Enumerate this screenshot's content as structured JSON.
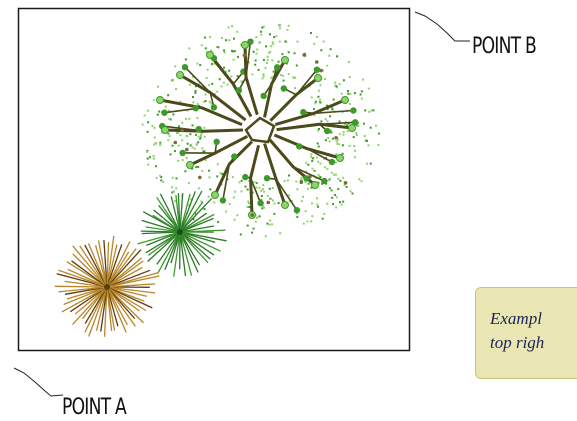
{
  "labels": {
    "point_b": "POINT B",
    "point_a": "POINT A"
  },
  "note": {
    "line1": "Exampl",
    "line2": "top righ"
  },
  "colors": {
    "frame": "#1a1a1a",
    "oak_branch": "#4b4a1a",
    "foliage_light": "#8fd46a",
    "foliage_dark": "#3c9a2a",
    "pine_green": "#2a7a2a",
    "dry_shrub": "#b8862a",
    "dry_shrub_dark": "#5a3e10",
    "note_bg": "#e9e6b4",
    "note_text": "#1e2452"
  },
  "icons": [
    "deciduous-tree-symbol",
    "pine-tree-symbol",
    "dry-shrub-symbol"
  ]
}
